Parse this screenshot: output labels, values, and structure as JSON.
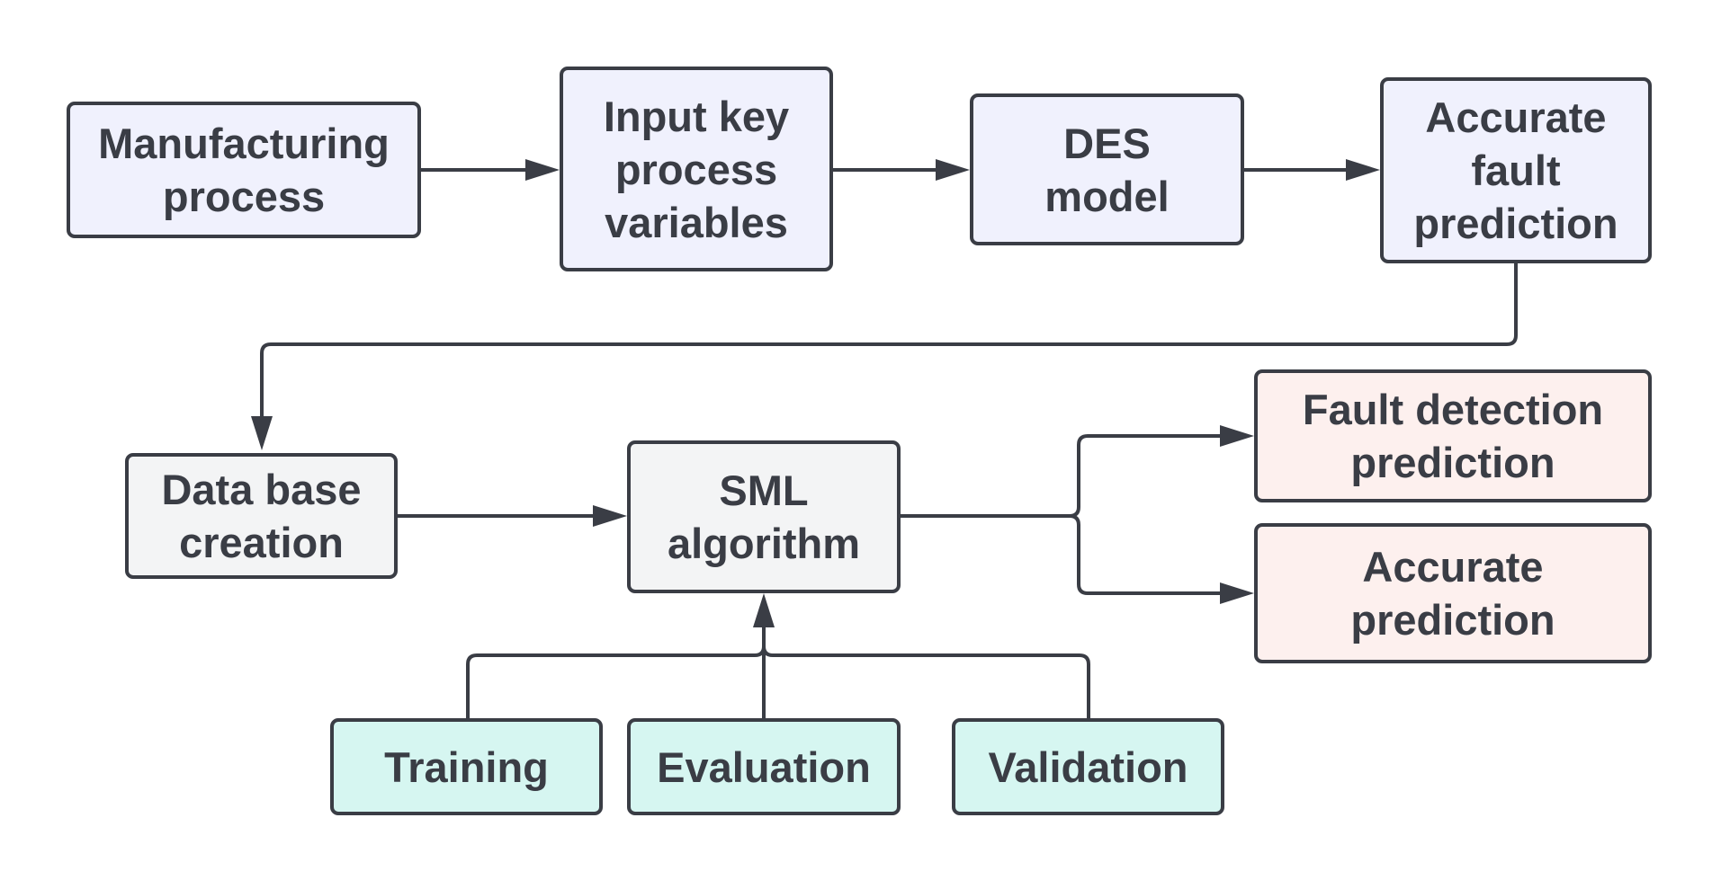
{
  "nodes": {
    "manufacturing": "Manufacturing\nprocess",
    "input_vars": "Input key\nprocess\nvariables",
    "des_model": "DES\nmodel",
    "accurate_fault": "Accurate\nfault\nprediction",
    "database": "Data base\ncreation",
    "sml": "SML\nalgorithm",
    "fault_detection": "Fault detection\nprediction",
    "accurate_prediction": "Accurate\nprediction",
    "training": "Training",
    "evaluation": "Evaluation",
    "validation": "Validation"
  },
  "colors": {
    "stroke": "#3a3d45",
    "process_fill": "#f0f1fd",
    "data_fill": "#f3f4f5",
    "output_fill": "#fdf0ee",
    "method_fill": "#d6f6f1"
  },
  "edges": [
    {
      "from": "manufacturing",
      "to": "input_vars"
    },
    {
      "from": "input_vars",
      "to": "des_model"
    },
    {
      "from": "des_model",
      "to": "accurate_fault"
    },
    {
      "from": "accurate_fault",
      "to": "database"
    },
    {
      "from": "database",
      "to": "sml"
    },
    {
      "from": "sml",
      "to": "fault_detection"
    },
    {
      "from": "sml",
      "to": "accurate_prediction"
    },
    {
      "from": "training",
      "to": "sml"
    },
    {
      "from": "evaluation",
      "to": "sml"
    },
    {
      "from": "validation",
      "to": "sml"
    }
  ]
}
